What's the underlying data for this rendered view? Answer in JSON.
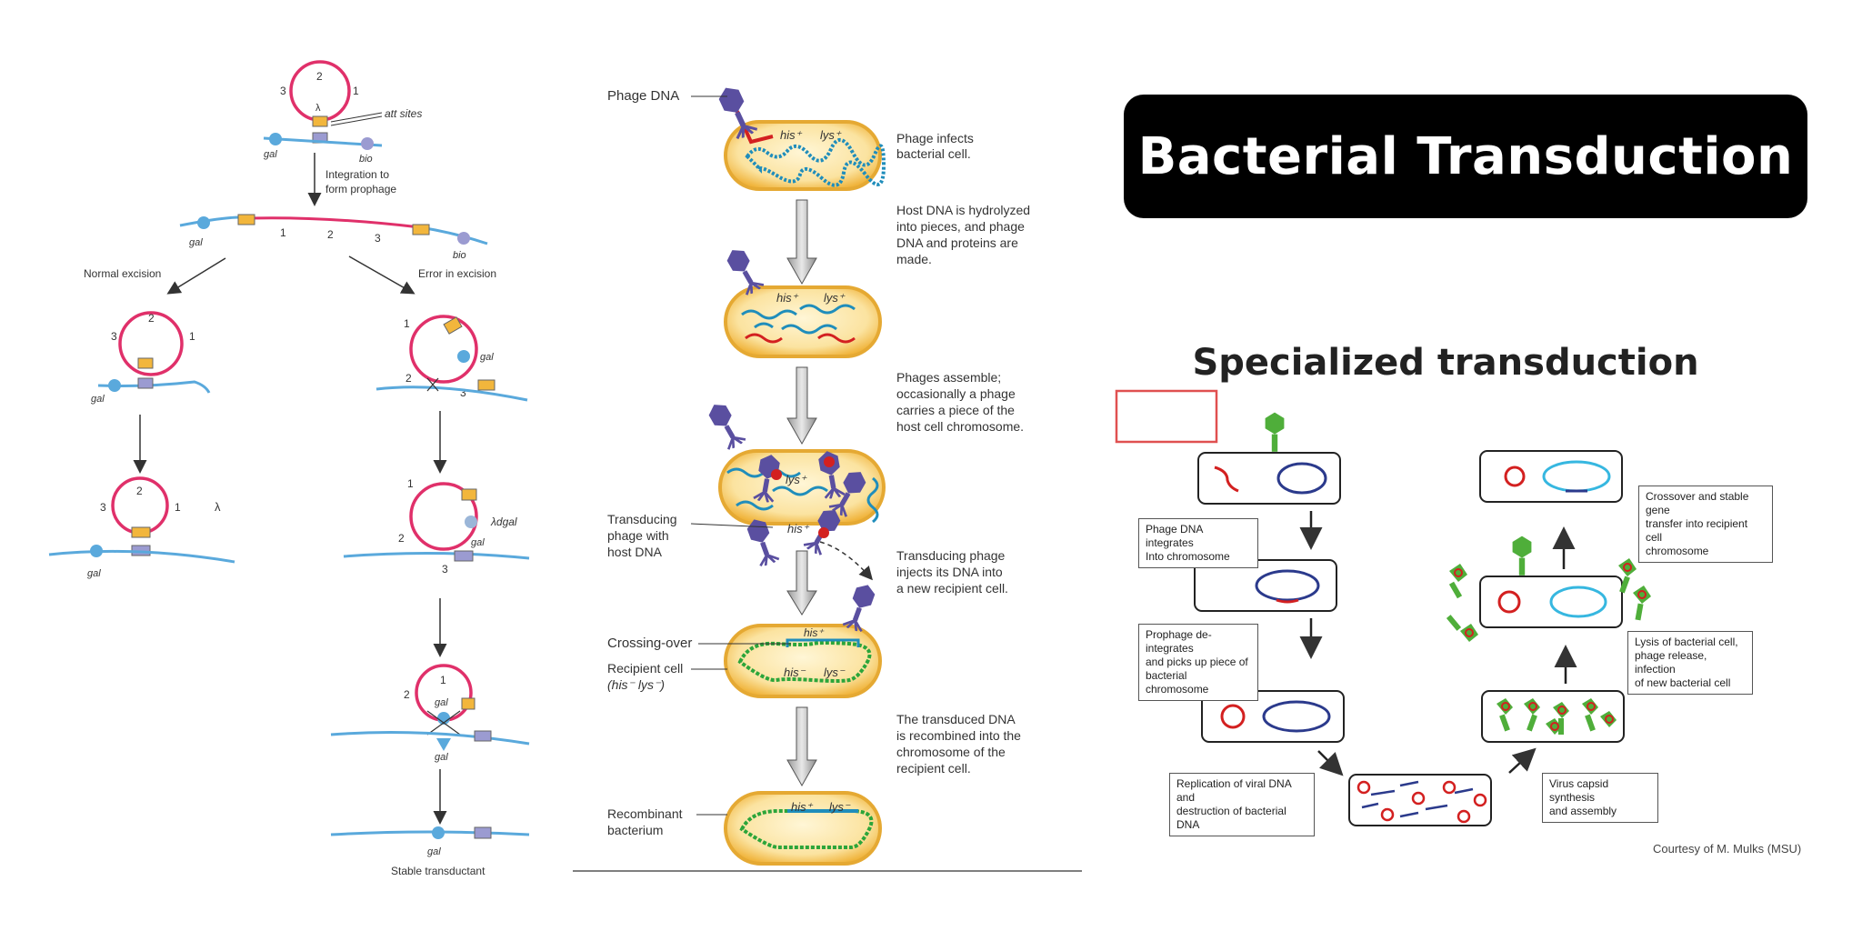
{
  "title": "Bacterial Transduction",
  "left_panel": {
    "numbers": {
      "n1": "1",
      "n2": "2",
      "n3": "3"
    },
    "lambda": "λ",
    "att_sites": "att sites",
    "gal_plus": "gal",
    "gal_minus": "gal",
    "bio_plus": "bio",
    "plus": "+",
    "minus": "−",
    "integration": [
      "Integration to",
      "form prophage"
    ],
    "normal_excision": "Normal excision",
    "error_excision": "Error in excision",
    "lambda_dgal": "λdgal",
    "stable_transductant": "Stable transductant"
  },
  "middle_panel": {
    "phage_dna": "Phage DNA",
    "his_plus": "his⁺",
    "lys_plus": "lys⁺",
    "his_minus": "his⁻",
    "lys_minus": "lys⁻",
    "step1": [
      "Phage infects",
      "bacterial cell."
    ],
    "step2": [
      "Host DNA is hydrolyzed",
      "into pieces, and phage",
      "DNA and proteins are",
      "made."
    ],
    "step3": [
      "Phages assemble;",
      "occasionally a phage",
      "carries a piece of the",
      "host cell chromosome."
    ],
    "step4": [
      "Transducing phage",
      "injects its DNA into",
      "a new recipient cell."
    ],
    "step5": [
      "The transduced DNA",
      "is recombined into the",
      "chromosome of the",
      "recipient cell."
    ],
    "transducing_phage": [
      "Transducing",
      "phage with",
      "host DNA"
    ],
    "crossing_over": "Crossing-over",
    "recipient_cell": [
      "Recipient cell",
      "(his⁻ lys⁻)"
    ],
    "recombinant": [
      "Recombinant",
      "bacterium"
    ]
  },
  "right_panel": {
    "title": "Specialized transduction",
    "notes": {
      "integrates": [
        "Phage DNA integrates",
        "Into chromosome"
      ],
      "deintegrates": [
        "Prophage de-integrates",
        "and picks up piece of",
        "bacterial chromosome"
      ],
      "replication": [
        "Replication of viral DNA and",
        "destruction of bacterial DNA"
      ],
      "capsid": [
        "Virus capsid synthesis",
        "and assembly"
      ],
      "lysis": [
        "Lysis of bacterial cell,",
        "phage release, infection",
        "of new bacterial cell"
      ],
      "crossover": [
        "Crossover and stable gene",
        "transfer into recipient cell",
        "chromosome"
      ]
    },
    "courtesy": "Courtesy of M. Mulks (MSU)"
  },
  "colors": {
    "pink": "#e0306a",
    "blue_dna": "#5aa9dc",
    "lavender": "#9b9bd1",
    "phage": "#5a4fa0",
    "green": "#4fae3a",
    "cell_gold": "#f2b63c",
    "cyan": "#36b7e0",
    "navy": "#2b3a8c",
    "red": "#d32020"
  }
}
